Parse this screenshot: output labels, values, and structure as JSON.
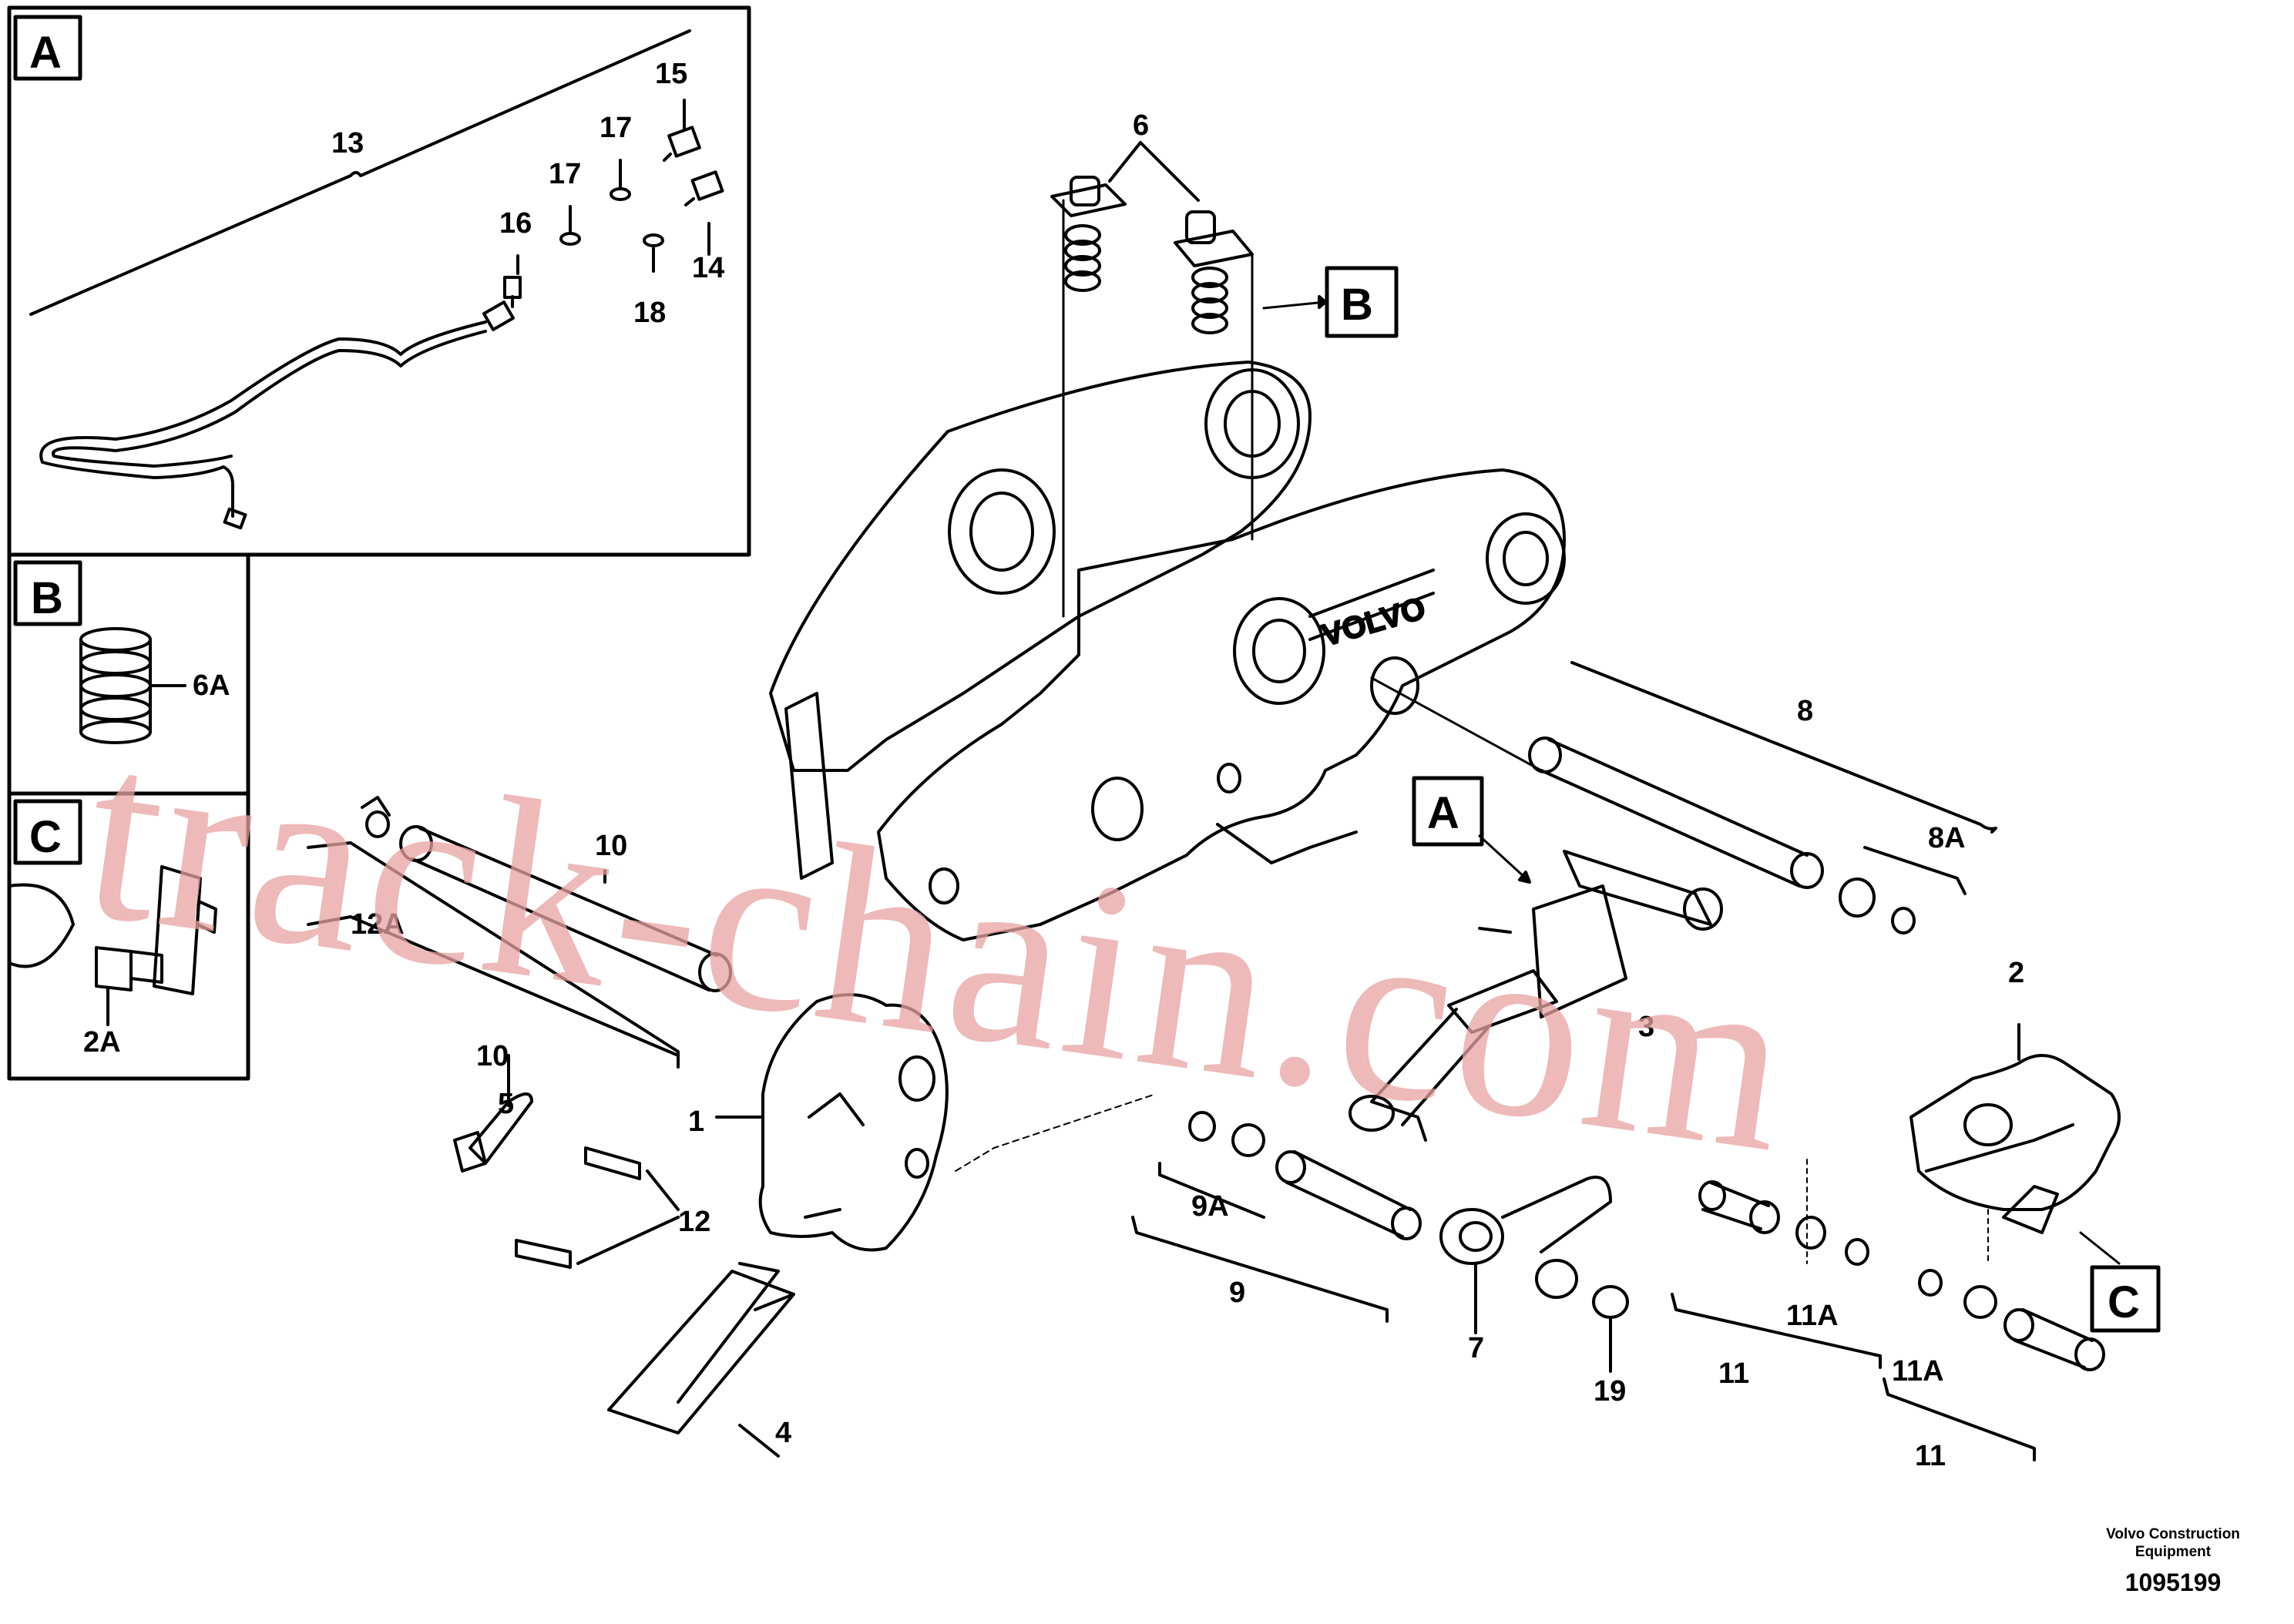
{
  "insets": {
    "A": {
      "letter": "A",
      "callouts": [
        "13",
        "15",
        "17",
        "17",
        "16",
        "14",
        "18"
      ]
    },
    "B": {
      "letter": "B",
      "callouts": [
        "6A"
      ]
    },
    "C": {
      "letter": "C",
      "callouts": [
        "2A"
      ]
    }
  },
  "main_callouts": [
    "6",
    "8",
    "8A",
    "10",
    "10",
    "12A",
    "1",
    "2",
    "3",
    "4",
    "5",
    "7",
    "9",
    "9A",
    "11",
    "11",
    "11A",
    "11A",
    "12",
    "19"
  ],
  "pointer_tags": [
    "B",
    "A",
    "C"
  ],
  "brand_cast": "VOLVO",
  "watermark": "track-chain.com",
  "footer": {
    "line1": "Volvo Construction",
    "line2": "Equipment",
    "drawing_number": "1095199"
  }
}
